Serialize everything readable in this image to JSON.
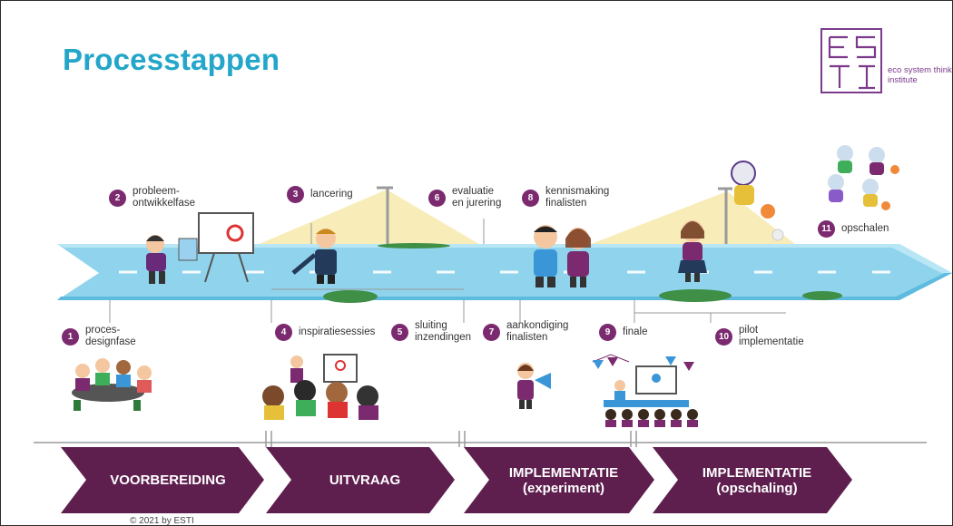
{
  "title": "Processtappen",
  "logo": {
    "letters_top": "ES",
    "letters_bottom": "TI",
    "tagline_line1": "eco system thinking",
    "tagline_line2": "institute"
  },
  "steps": [
    {
      "n": "1",
      "text": "proces-\ndesignfase"
    },
    {
      "n": "2",
      "text": "probleem-\nontwikkelfase"
    },
    {
      "n": "3",
      "text": "lancering"
    },
    {
      "n": "4",
      "text": "inspiratiesessies"
    },
    {
      "n": "5",
      "text": "sluiting\ninzendingen"
    },
    {
      "n": "6",
      "text": "evaluatie\nen jurering"
    },
    {
      "n": "7",
      "text": "aankondiging\nfinalisten"
    },
    {
      "n": "8",
      "text": "kennismaking\nfinalisten"
    },
    {
      "n": "9",
      "text": "finale"
    },
    {
      "n": "10",
      "text": "pilot\nimplementatie"
    },
    {
      "n": "11",
      "text": "opschalen"
    }
  ],
  "phases": [
    {
      "label": "VOORBEREIDING"
    },
    {
      "label": "UITVRAAG"
    },
    {
      "label": "IMPLEMENTATIE\n(experiment)"
    },
    {
      "label": "IMPLEMENTATIE\n(opschaling)"
    }
  ],
  "colors": {
    "title": "#23a6c9",
    "accent": "#7b2a6f",
    "phase": "#5e1f4f",
    "road": "#8fd4ec",
    "light": "#f7e9a8"
  },
  "copyright": "© 2021 by ESTI"
}
